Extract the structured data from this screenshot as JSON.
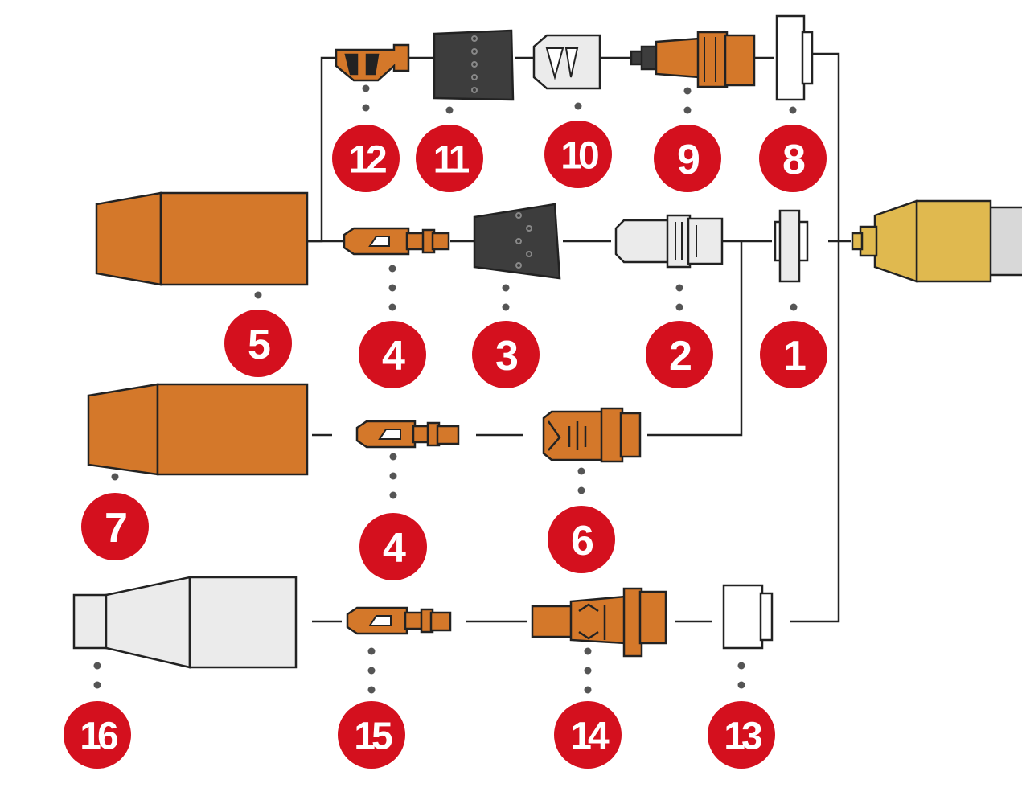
{
  "diagram": {
    "colors": {
      "badge_red": "#d4101e",
      "copper": "#d4782a",
      "dark_gray": "#3d3d3d",
      "light_gray": "#ebebeb",
      "white": "#ffffff",
      "brass": "#e0b94f",
      "line": "#222222",
      "dot": "#555555"
    },
    "badges": [
      {
        "id": "b1",
        "label": "1"
      },
      {
        "id": "b2",
        "label": "2"
      },
      {
        "id": "b3",
        "label": "3"
      },
      {
        "id": "b4a",
        "label": "4"
      },
      {
        "id": "b5",
        "label": "5"
      },
      {
        "id": "b6",
        "label": "6"
      },
      {
        "id": "b4b",
        "label": "4"
      },
      {
        "id": "b7",
        "label": "7"
      },
      {
        "id": "b8",
        "label": "8"
      },
      {
        "id": "b9",
        "label": "9"
      },
      {
        "id": "b10",
        "label": "10"
      },
      {
        "id": "b11",
        "label": "11"
      },
      {
        "id": "b12",
        "label": "12"
      },
      {
        "id": "b13",
        "label": "13"
      },
      {
        "id": "b14",
        "label": "14"
      },
      {
        "id": "b15",
        "label": "15"
      },
      {
        "id": "b16",
        "label": "16"
      }
    ],
    "parts": [
      {
        "part": "1",
        "icon": "insulator-ring-icon"
      },
      {
        "part": "2",
        "icon": "gas-diffuser-icon"
      },
      {
        "part": "3",
        "icon": "insulating-cap-icon"
      },
      {
        "part": "4",
        "icon": "contact-tip-icon"
      },
      {
        "part": "5",
        "icon": "gas-nozzle-icon"
      },
      {
        "part": "6",
        "icon": "tip-holder-icon"
      },
      {
        "part": "7",
        "icon": "gas-nozzle-icon"
      },
      {
        "part": "8",
        "icon": "insulator-ring-icon"
      },
      {
        "part": "9",
        "icon": "tip-holder-icon"
      },
      {
        "part": "10",
        "icon": "insulating-sleeve-icon"
      },
      {
        "part": "11",
        "icon": "insulating-cap-icon"
      },
      {
        "part": "12",
        "icon": "spot-tip-icon"
      },
      {
        "part": "13",
        "icon": "insulator-sleeve-icon"
      },
      {
        "part": "14",
        "icon": "tip-holder-icon"
      },
      {
        "part": "15",
        "icon": "contact-tip-icon"
      },
      {
        "part": "16",
        "icon": "gas-nozzle-icon"
      },
      {
        "part": "torch",
        "icon": "torch-neck-icon"
      }
    ]
  }
}
